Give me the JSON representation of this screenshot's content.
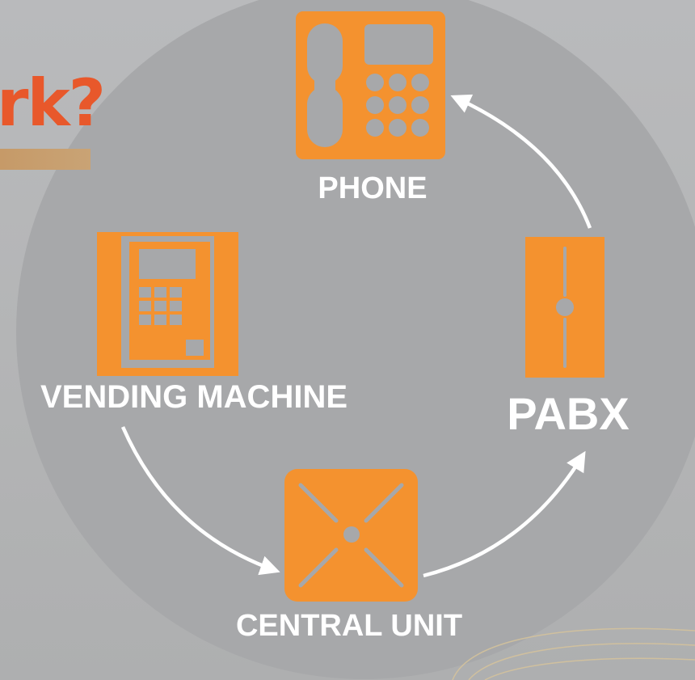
{
  "title": {
    "visible_text": "rk?"
  },
  "colors": {
    "accent": "#f4922f",
    "title": "#e8582b",
    "label": "#ffffff",
    "circle": "#a7a8aa",
    "background": "#b6b7b8"
  },
  "nodes": {
    "phone": {
      "label": "PHONE",
      "icon": "desk-phone-icon"
    },
    "pabx": {
      "label": "PABX",
      "icon": "pabx-rack-icon"
    },
    "central_unit": {
      "label": "CENTRAL UNIT",
      "icon": "central-unit-icon"
    },
    "vending_machine": {
      "label": "VENDING MACHINE",
      "icon": "vending-machine-icon"
    }
  },
  "flow": [
    "vending_machine",
    "central_unit",
    "pabx",
    "phone"
  ]
}
